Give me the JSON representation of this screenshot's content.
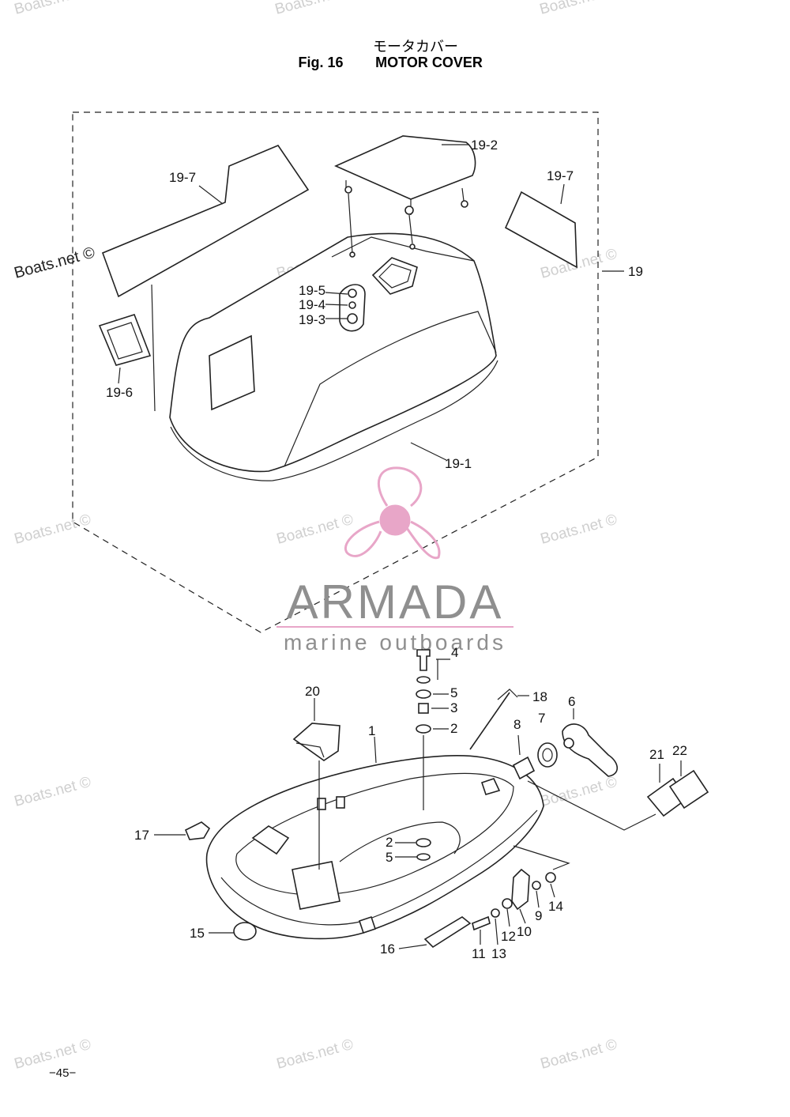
{
  "header": {
    "title_jp": "モータカバー",
    "fig_label": "Fig. 16",
    "title_en": "MOTOR COVER"
  },
  "watermarks": {
    "text": "Boats.net ©"
  },
  "logo": {
    "brand": "ARMADA",
    "tagline": "marine outboards",
    "color": "#e8a6c8"
  },
  "callouts": {
    "c19_2": "19-2",
    "c19_7a": "19-7",
    "c19_7b": "19-7",
    "c19": "19",
    "c19_5": "19-5",
    "c19_4": "19-4",
    "c19_3": "19-3",
    "c19_6": "19-6",
    "c19_1": "19-1",
    "c4": "4",
    "c5a": "5",
    "c3": "3",
    "c2a": "2",
    "c18": "18",
    "c6": "6",
    "c7": "7",
    "c8": "8",
    "c20": "20",
    "c1": "1",
    "c21": "21",
    "c22": "22",
    "c17": "17",
    "c2b": "2",
    "c5b": "5",
    "c14": "14",
    "c9": "9",
    "c10": "10",
    "c12": "12",
    "c15": "15",
    "c16": "16",
    "c11": "11",
    "c13": "13"
  },
  "footer": {
    "page_number": "−45−"
  }
}
